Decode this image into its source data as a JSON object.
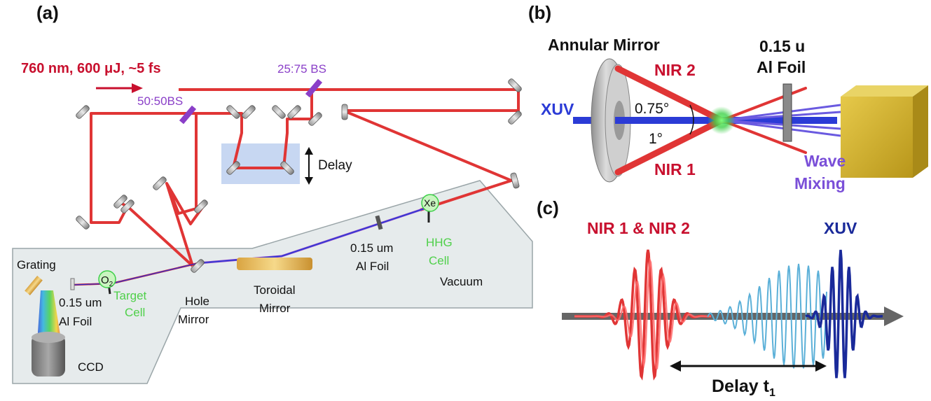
{
  "panel_a": {
    "panel_label": "(a)",
    "laser_label": "760 nm, 600 μJ, ~5 fs",
    "bs_2575": "25:75 BS",
    "bs_5050": "50:50BS",
    "delay": "Delay",
    "vacuum": "Vacuum",
    "grating": "Grating",
    "o2_symbol": "O",
    "o2_subscript": "2",
    "al_foil_left_1": "0.15 um",
    "al_foil_left_2": "Al Foil",
    "target_cell_1": "Target",
    "target_cell_2": "Cell",
    "hole_mirror_1": "Hole",
    "hole_mirror_2": "Mirror",
    "toroidal_1": "Toroidal",
    "toroidal_2": "Mirror",
    "al_foil_mid_1": "0.15 um",
    "al_foil_mid_2": "Al Foil",
    "xe": "Xe",
    "hhg_1": "HHG",
    "hhg_2": "Cell",
    "ccd": "CCD"
  },
  "panel_b": {
    "panel_label": "(b)",
    "annular_mirror": "Annular Mirror",
    "nir2": "NIR 2",
    "nir1": "NIR 1",
    "xuv": "XUV",
    "angle_075": "0.75°",
    "angle_1": "1°",
    "foil_1": "0.15 u",
    "foil_2": "Al Foil",
    "wave_1": "Wave",
    "wave_2": "Mixing"
  },
  "panel_c": {
    "panel_label": "(c)",
    "nir_label": "NIR 1 & NIR 2",
    "xuv": "XUV",
    "delay": "Delay t",
    "delay_sub": "1"
  },
  "colors": {
    "beam_red": "#e03535",
    "label_red": "#c8102e",
    "bs_purple": "#8a3fc8",
    "xuv_blue": "#2b3bd6",
    "green_text": "#4fd04a",
    "vacuum_fill": "#e6ebec",
    "delay_fill": "#c7d7f2",
    "light_blue": "#5bb0d8",
    "dark_blue": "#1a2a9a"
  }
}
